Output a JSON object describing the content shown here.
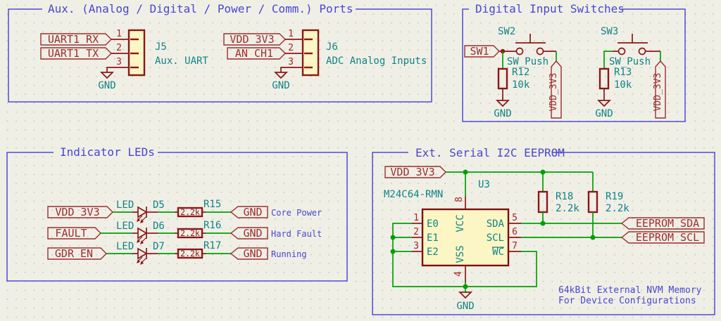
{
  "section_titles": {
    "aux": "Aux. (Analog / Digital / Power / Comm.) Ports",
    "switches": "Digital Input Switches",
    "leds": "Indicator LEDs",
    "eeprom": "Ext. Serial I2C EEPROM"
  },
  "aux": {
    "j5": {
      "ref": "J5",
      "desc": "Aux. UART",
      "rx": "UART1_RX",
      "tx": "UART1_TX",
      "p1": "1",
      "p2": "2",
      "p3": "3",
      "gnd": "GND"
    },
    "j6": {
      "ref": "J6",
      "desc": "ADC Analog Inputs",
      "l1": "VDD_3V3",
      "l2": "AN_CH1",
      "p1": "1",
      "p2": "2",
      "p3": "3",
      "gnd": "GND"
    }
  },
  "sw": {
    "a": {
      "ref": "SW2",
      "val": "SW_Push",
      "sig": "SW1",
      "rref": "R12",
      "rval": "10k",
      "gnd": "GND",
      "pwr": "VDD_3V3"
    },
    "b": {
      "ref": "SW3",
      "val": "SW_Push",
      "rref": "R13",
      "rval": "10k",
      "gnd": "GND",
      "pwr": "VDD_3V3"
    }
  },
  "leds": {
    "rows": [
      {
        "sig": "VDD_3V3",
        "dev": "LED",
        "dref": "D5",
        "rref": "R15",
        "rval": "2.2k",
        "gnd": "GND",
        "note": "Core Power"
      },
      {
        "sig": "FAULT",
        "dev": "LED",
        "dref": "D6",
        "rref": "R16",
        "rval": "2.2k",
        "gnd": "GND",
        "note": "Hard Fault"
      },
      {
        "sig": "GDR_EN",
        "dev": "LED",
        "dref": "D7",
        "rref": "R17",
        "rval": "2.2k",
        "gnd": "GND",
        "note": "Running"
      }
    ]
  },
  "eeprom": {
    "pwr": "VDD_3V3",
    "ref": "U3",
    "val": "M24C64-RMN",
    "p1": "1",
    "p2": "2",
    "p3": "3",
    "p4": "4",
    "p5": "5",
    "p6": "6",
    "p7": "7",
    "p8": "8",
    "e0": "E0",
    "e1": "E1",
    "e2": "E2",
    "sda": "SDA",
    "scl": "SCL",
    "wc": "WC",
    "vcc": "VCC",
    "vss": "VSS",
    "r18": "R18",
    "r18v": "2.2k",
    "r19": "R19",
    "r19v": "2.2k",
    "lsda": "EEPROM_SDA",
    "lscl": "EEPROM_SCL",
    "gnd": "GND",
    "note1": "64kBit External NVM Memory",
    "note2": "For Device Configurations"
  },
  "colors": {
    "wire_green": "#00a005",
    "symbol_maroon": "#8b1717",
    "label_red": "#9c2e2e",
    "pin_red": "#a82424",
    "field_teal": "#0e8484",
    "note_blue": "#4747d1",
    "symbol_fill": "#fcf6c5",
    "background": "#f0efe6",
    "section_border": "#4d4dd2"
  }
}
